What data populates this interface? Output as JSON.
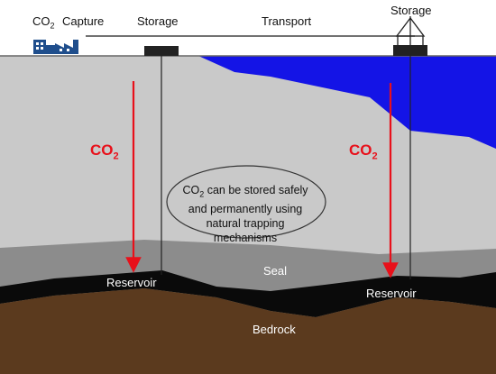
{
  "header": {
    "co2_label": "CO",
    "co2_sub": "2",
    "capture": "Capture",
    "storage_left": "Storage",
    "transport": "Transport",
    "storage_right": "Storage"
  },
  "injection": {
    "left_co2": "CO",
    "left_sub": "2",
    "right_co2": "CO",
    "right_sub": "2"
  },
  "callout": {
    "co2": "CO",
    "sub": "2",
    "text": "can be stored safely and permanently using natural trapping mechanisms"
  },
  "layers": {
    "seal": "Seal",
    "reservoir_left": "Reservoir",
    "reservoir_right": "Reservoir",
    "bedrock": "Bedrock"
  },
  "colors": {
    "sky": "#ffffff",
    "sediment": "#c9c9c9",
    "seal": "#8c8c8c",
    "reservoir": "#0a0a0a",
    "bedrock": "#5b3a1e",
    "sea": "#1414e6",
    "arrow": "#e8101a",
    "factory": "#1f4e8c"
  }
}
